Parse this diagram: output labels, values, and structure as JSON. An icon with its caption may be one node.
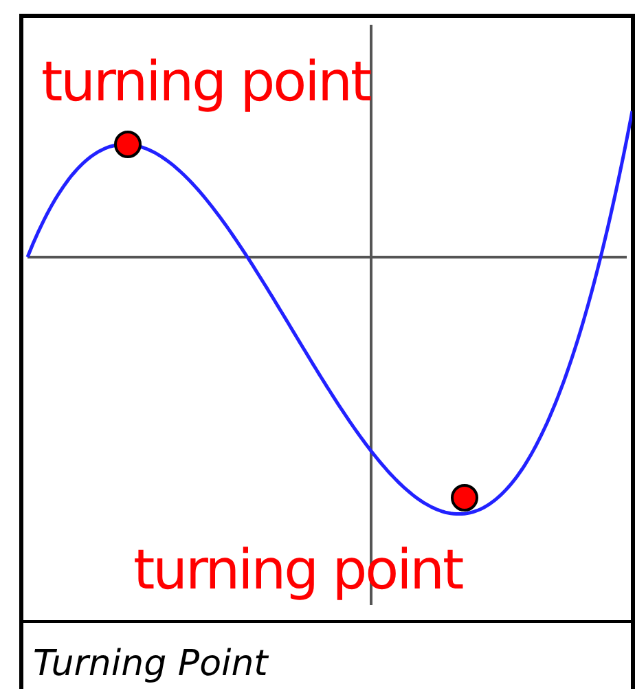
{
  "diagram": {
    "caption": "Turning Point",
    "labels": [
      "turning point",
      "turning point"
    ]
  }
}
